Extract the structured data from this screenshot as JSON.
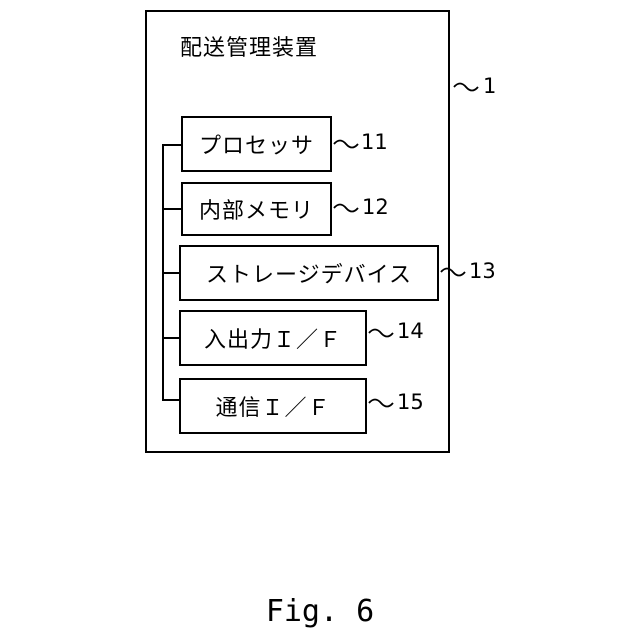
{
  "device": {
    "title": "配送管理装置",
    "ref": "1"
  },
  "components": [
    {
      "label": "プロセッサ",
      "ref": "11"
    },
    {
      "label": "内部メモリ",
      "ref": "12"
    },
    {
      "label": "ストレージデバイス",
      "ref": "13"
    },
    {
      "label": "入出力Ｉ／Ｆ",
      "ref": "14"
    },
    {
      "label": "通信Ｉ／Ｆ",
      "ref": "15"
    }
  ],
  "caption": "Fig. 6"
}
